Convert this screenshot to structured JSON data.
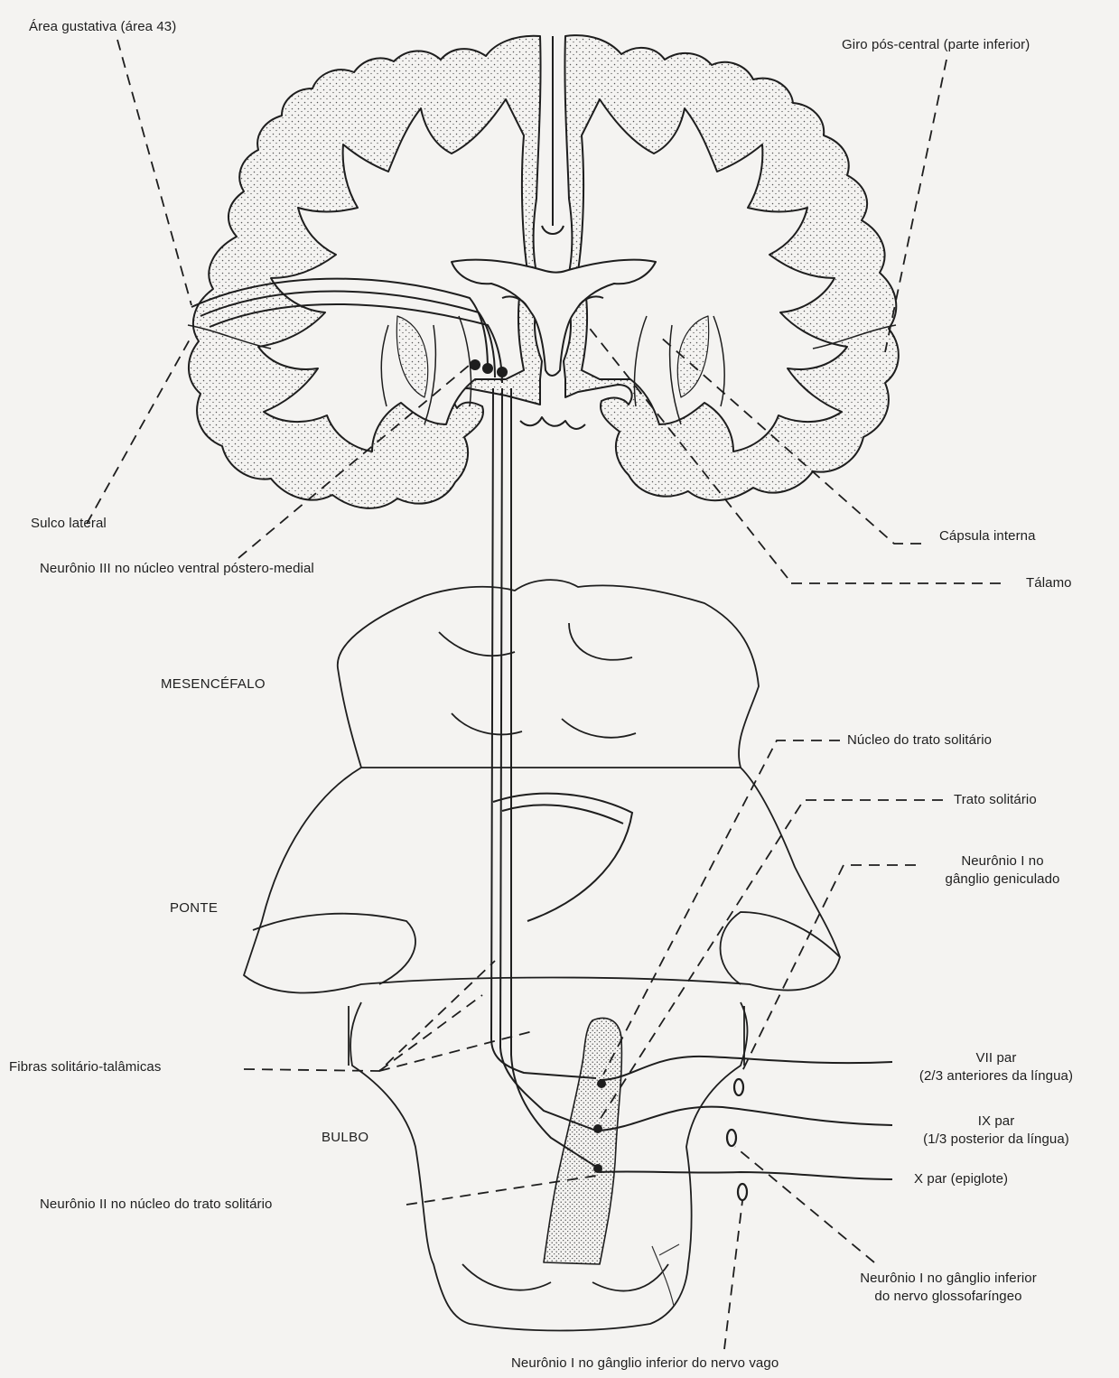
{
  "labels": {
    "area_gustativa": "Área gustativa (área 43)",
    "giro_pos_central": "Giro pós-central (parte inferior)",
    "sulco_lateral": "Sulco lateral",
    "neuronio_iii": "Neurônio III no núcleo ventral póstero-medial",
    "capsula_interna": "Cápsula interna",
    "talamo": "Tálamo",
    "mesencefalo": "MESENCÉFALO",
    "nucleo_trato_solitario": "Núcleo do trato solitário",
    "trato_solitario": "Trato solitário",
    "neuronio_i_geniculado_1": "Neurônio I no",
    "neuronio_i_geniculado_2": "gânglio geniculado",
    "ponte": "PONTE",
    "fibras_solitario_talamicas": "Fibras solitário-talâmicas",
    "vii_par_1": "VII par",
    "vii_par_2": "(2/3 anteriores da língua)",
    "bulbo": "BULBO",
    "ix_par_1": "IX par",
    "ix_par_2": "(1/3 posterior da língua)",
    "x_par": "X par (epiglote)",
    "neuronio_ii": "Neurônio II no núcleo do trato solitário",
    "neuronio_i_glosso_1": "Neurônio I no gânglio inferior",
    "neuronio_i_glosso_2": "do nervo glossofaríngeo",
    "neuronio_i_vago": "Neurônio I no gânglio inferior do nervo vago"
  },
  "colors": {
    "ink": "#1e1e1e",
    "paper": "#f4f3f1",
    "stipple": "#555555"
  }
}
